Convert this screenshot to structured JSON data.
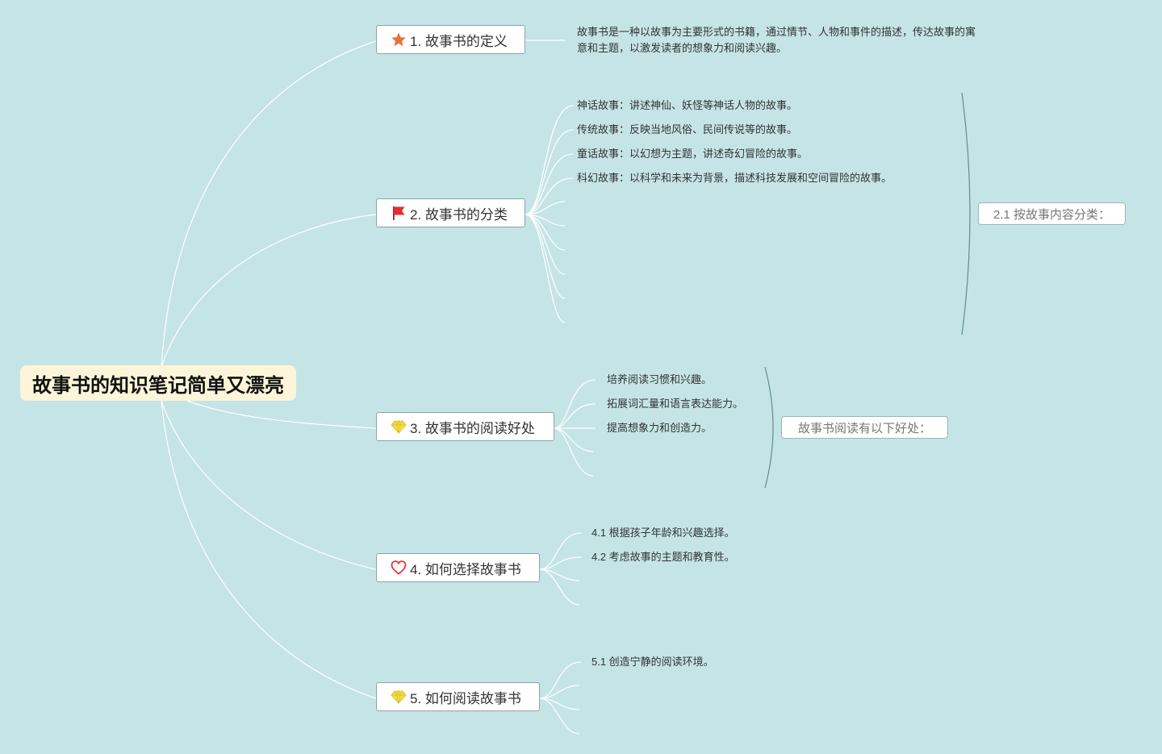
{
  "root": {
    "title": "故事书的知识笔记简单又漂亮"
  },
  "topics": [
    {
      "label": "1. 故事书的定义",
      "icon": "star-icon",
      "icon_color": "#e8703a"
    },
    {
      "label": "2. 故事书的分类",
      "icon": "flag-icon",
      "icon_color": "#e32d2d"
    },
    {
      "label": "3. 故事书的阅读好处",
      "icon": "diamond-icon",
      "icon_color": "#f2d63a"
    },
    {
      "label": "4. 如何选择故事书",
      "icon": "heart-icon",
      "icon_color": "#e0363d"
    },
    {
      "label": "5. 如何阅读故事书",
      "icon": "diamond-icon",
      "icon_color": "#f2d63a"
    }
  ],
  "definition": {
    "text": "故事书是一种以故事为主要形式的书籍，通过情节、人物和事件的描述，传达故事的寓意和主题，以激发读者的想象力和阅读兴趣。"
  },
  "classification": {
    "items": [
      "神话故事：讲述神仙、妖怪等神话人物的故事。",
      "传统故事：反映当地风俗、民间传说等的故事。",
      "童话故事：以幻想为主题，讲述奇幻冒险的故事。",
      "科幻故事：以科学和未来为背景，描述科技发展和空间冒险的故事。"
    ],
    "summary": "2.1 按故事内容分类："
  },
  "benefits": {
    "items": [
      "培养阅读习惯和兴趣。",
      "拓展词汇量和语言表达能力。",
      "提高想象力和创造力。"
    ],
    "summary": "故事书阅读有以下好处："
  },
  "choose": {
    "items": [
      "4.1 根据孩子年龄和兴趣选择。",
      "4.2 考虑故事的主题和教育性。"
    ]
  },
  "read": {
    "items": [
      "5.1 创造宁静的阅读环境。"
    ]
  },
  "colors": {
    "background": "#c5e4e6",
    "root_fill": "#fdf5d9",
    "connector": "#ffffff",
    "summary_bracket": "#5f8f8c"
  }
}
